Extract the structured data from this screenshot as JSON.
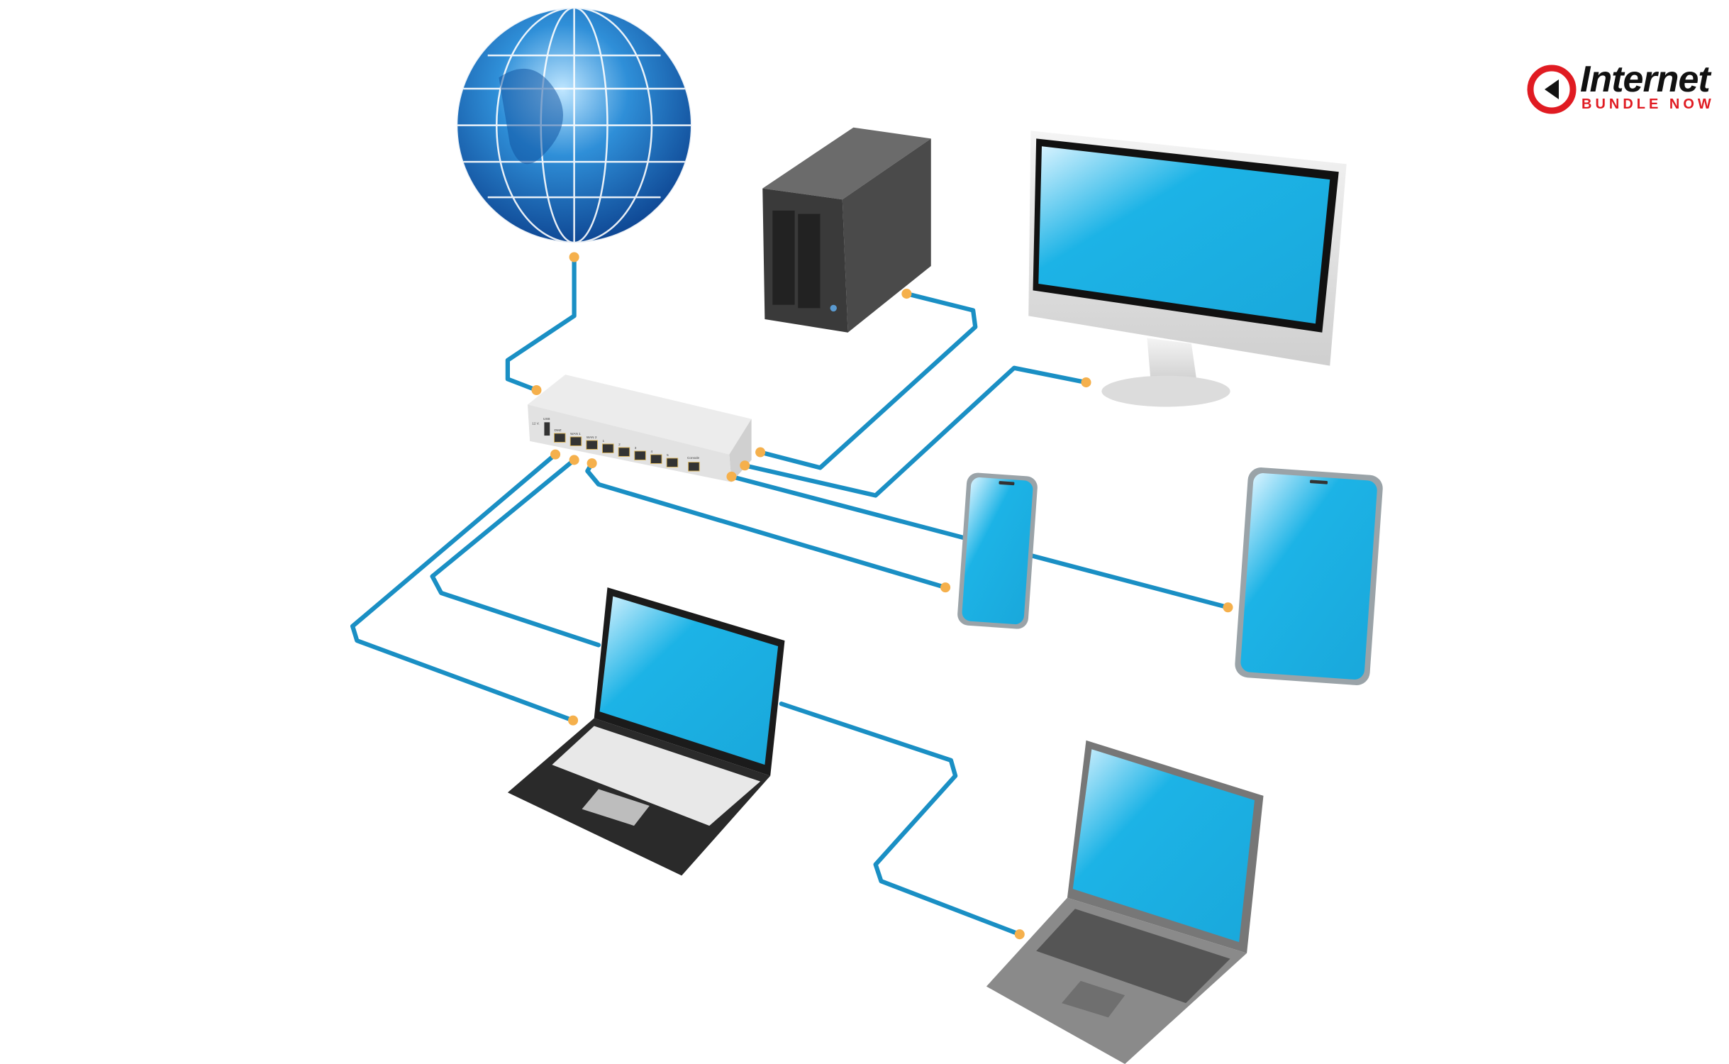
{
  "logo": {
    "word": "Internet",
    "tagline": "BUNDLE NOW",
    "color": "#e01b22"
  },
  "router": {
    "power_label": "12 V.",
    "usb_label": "USB",
    "ports": [
      "DMZ",
      "WAN 1",
      "WAN 2",
      "1",
      "2",
      "3",
      "4",
      "5"
    ],
    "console_label": "Console"
  },
  "colors": {
    "cable": "#1a8fc4",
    "connector": "#f5b04c",
    "screen": "#1cb3e6"
  },
  "nodes": [
    "globe-icon",
    "nas-icon",
    "monitor-icon",
    "router-icon",
    "phone-icon",
    "tablet-icon",
    "laptop-icon",
    "laptop-icon"
  ]
}
